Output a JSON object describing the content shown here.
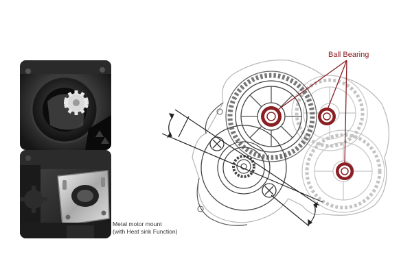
{
  "photos": {
    "top": {
      "subject": "pinion gear inside gearbox housing"
    },
    "bottom": {
      "subject": "metal motor mount plate on gearbox"
    }
  },
  "caption": {
    "line1": "Metal motor mount",
    "line2": "(with Heat sink Function)"
  },
  "diagram": {
    "bearing_label": "Ball Bearing",
    "bearing_count": 3
  },
  "colors": {
    "line": "#333333",
    "faded_line": "#c4c4c4",
    "bearing": "#8a1e22",
    "photo_dark": "#1f1f1f"
  }
}
